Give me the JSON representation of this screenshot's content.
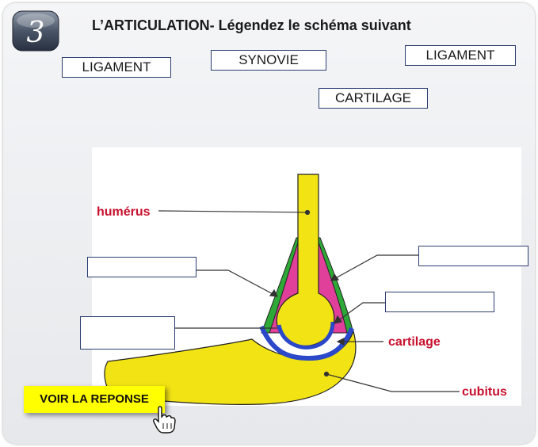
{
  "slide": {
    "number": "3",
    "title": "L’ARTICULATION- Légendez le schéma suivant"
  },
  "word_bank": [
    "LIGAMENT",
    "SYNOVIE",
    "LIGAMENT",
    "CARTILAGE"
  ],
  "diagram": {
    "labels": {
      "humerus": "humérus",
      "cartilage": "cartilage",
      "cubitus": "cubitus"
    },
    "colors": {
      "bone": "#f2e314",
      "synovial": "#e0409a",
      "ligament": "#2ea836",
      "cartilage": "#2a48c8",
      "label_red": "#c8102e"
    }
  },
  "answer_button": {
    "label": "VOIR LA REPONSE"
  },
  "icons": [
    "number-badge-icon",
    "hand-pointer-icon"
  ]
}
